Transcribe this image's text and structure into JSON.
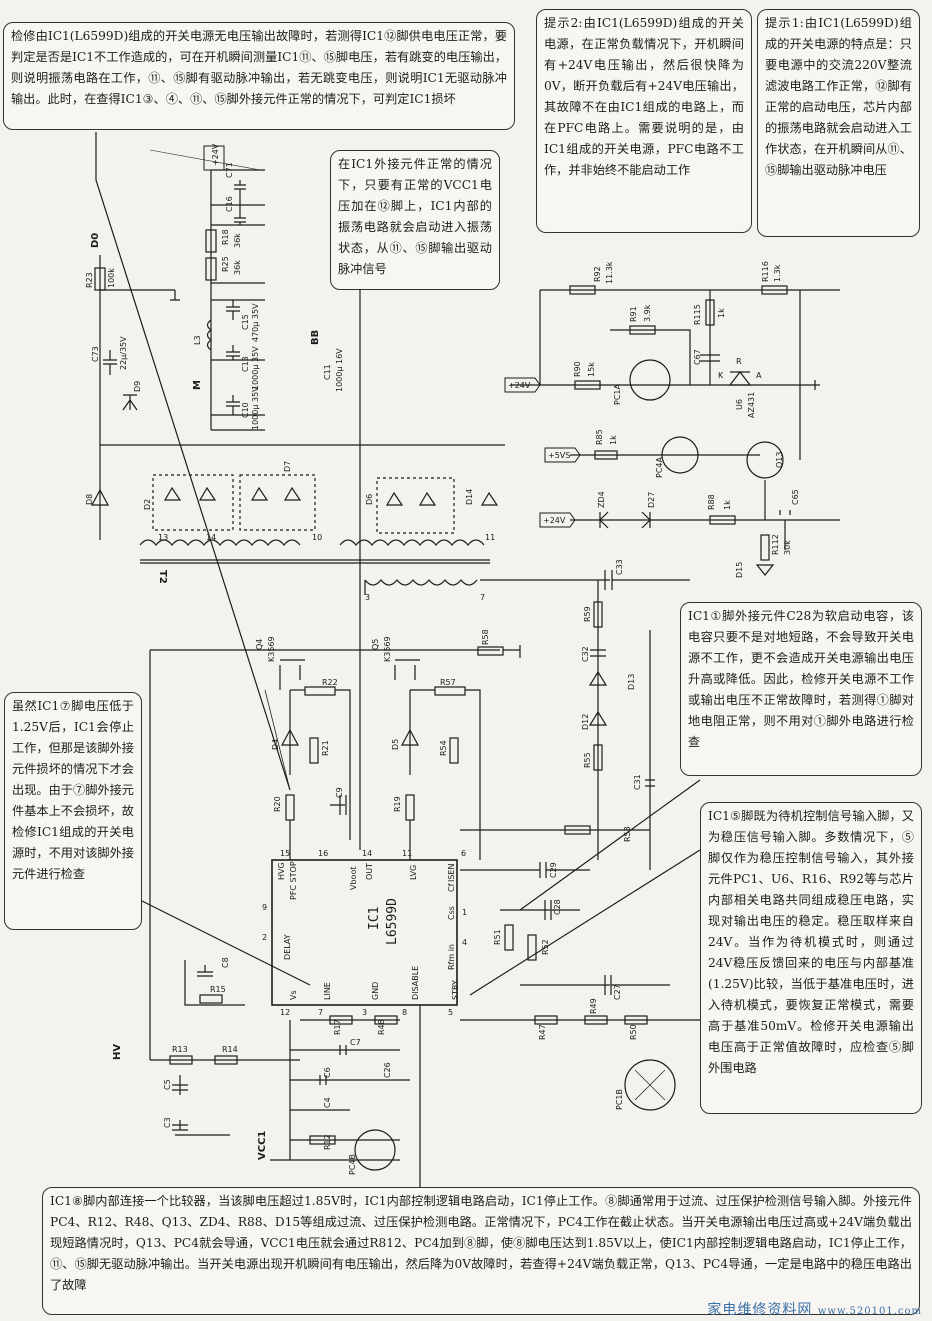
{
  "notes": {
    "top": "检修由IC1(L6599D)组成的开关电源无电压输出故障时，若测得IC1⑫脚供电电压正常，要判定是否是IC1不工作造成的，可在开机瞬间测量IC1⑪、⑮脚电压，若有跳变的电压输出，则说明振荡电路在工作，⑪、⑮脚有驱动脉冲输出，若无跳变电压，则说明IC1无驱动脉冲输出。此时，在查得IC1③、④、⑪、⑮脚外接元件正常的情况下，可判定IC1损坏",
    "hint2": "提示2:由IC1(L6599D)组成的开关电源，在正常负载情况下，开机瞬间有+24V电压输出，然后很快降为0V，断开负载后有+24V电压输出，其故障不在由IC1组成的电路上，而在PFC电路上。需要说明的是，由IC1组成的开关电源，PFC电路不工作，并非始终不能启动工作",
    "hint1": "提示1:由IC1(L6599D)组成的开关电源的特点是：只要电源中的交流220V整流滤波电路工作正常，⑫脚有正常的启动电压，芯片内部的振荡电路就会启动进入工作状态，在开机瞬间从⑪、⑮脚输出驱动脉冲电压",
    "mid": "在IC1外接元件正常的情况下，只要有正常的VCC1电压加在⑫脚上，IC1内部的振荡电路就会启动进入振荡状态，从⑪、⑮脚输出驱动脉冲信号",
    "c28": "IC1①脚外接元件C28为软启动电容，该电容只要不是对地短路，不会导致开关电源不工作，更不会造成开关电源输出电压升高或降低。因此，检修开关电源不工作或输出电压不正常故障时，若测得①脚对地电阻正常，则不用对①脚外电路进行检查",
    "pin7": "虽然IC1⑦脚电压低于1.25V后，IC1会停止工作，但那是该脚外接元件损坏的情况下才会出现。由于⑦脚外接元件基本上不会损坏，故检修IC1组成的开关电源时，不用对该脚外接元件进行检查",
    "pin5": "IC1⑤脚既为待机控制信号输入脚，又为稳压信号输入脚。多数情况下，⑤脚仅作为稳压控制信号输入，其外接元件PC1、U6、R16、R92等与芯片内部相关电路共同组成稳压电路，实现对输出电压的稳定。稳压取样来自24V。当作为待机模式时，则通过24V稳压反馈回来的电压与内部基准(1.25V)比较，当低于基准电压时，进入待机模式，要恢复正常模式，需要高于基准50mV。检修开关电源输出电压高于正常值故障时，应检查⑤脚外围电路",
    "pin8": "IC1⑧脚内部连接一个比较器，当该脚电压超过1.85V时，IC1内部控制逻辑电路启动，IC1停止工作。⑧脚通常用于过流、过压保护检测信号输入脚。外接元件PC4、R12、R48、Q13、ZD4、R88、D15等组成过流、过压保护检测电路。正常情况下，PC4工作在截止状态。当开关电源输出电压过高或+24V端负载出现短路情况时，Q13、PC4就会导通，VCC1电压就会通过R812、PC4加到⑧脚，使⑧脚电压达到1.85V以上，使IC1内部控制逻辑电路启动，IC1停止工作，⑪、⑮脚无驱动脉冲输出。当开关电源出现开机瞬间有电压输出，然后降为0V故障时，若查得+24V端负载正常，Q13、PC4导通，一定是电路中的稳压电路出了故障"
  },
  "ic": {
    "ref": "IC1",
    "part": "L6599D"
  },
  "pins": {
    "p15": "15",
    "p16": "16",
    "p14": "14",
    "p11": "11",
    "p6": "6",
    "p9": "9",
    "p2": "2",
    "p12": "12",
    "p7": "7",
    "p3": "3",
    "p8": "8",
    "p5": "5",
    "p1": "1",
    "p4": "4",
    "p10": "10",
    "p13": "13",
    "pfc_stop": "PFC STOP",
    "hvg": "HVG",
    "vboot": "Vboot",
    "out": "OUT",
    "lvg": "LVG",
    "isen": "ISEN",
    "delay": "DELAY",
    "vs": "Vs",
    "line": "LINE",
    "gnd": "GND",
    "disable": "DISABLE",
    "stby": "STBY",
    "rfmin": "Rfm in",
    "css": "Css",
    "cf": "Cf"
  },
  "labels": {
    "plus24v": "+24V",
    "plus5vs": "+5VS",
    "vcc1": "VCC1",
    "hv": "HV",
    "d0": "D0",
    "bb": "BB",
    "m": "M",
    "t2": "T2",
    "c71": "C71",
    "c16": "C16",
    "r18": "R18",
    "r18v": "36k",
    "r25": "R25",
    "r25v": "36k",
    "c15": "C15",
    "c15v": "470μ 35V",
    "l3": "L3",
    "c13": "C13",
    "c13v": "1000μ 35V",
    "c10": "C10",
    "c10v": "1000μ 35V",
    "c11": "C11",
    "c11v": "1000μ 16V",
    "r23": "R23",
    "r23v": "100k",
    "c73": "C73",
    "c73v": "22μ/35V",
    "d9": "D9",
    "d8": "D8",
    "d2": "D2",
    "d7": "D7",
    "d6": "D6",
    "d14": "D14",
    "q4": "Q4",
    "q4p": "K3569",
    "q5": "Q5",
    "q5p": "K3569",
    "r58": "R58",
    "r22": "R22",
    "r57": "R57",
    "d4": "D4",
    "r21": "R21",
    "d5": "D5",
    "r54": "R54",
    "r20": "R20",
    "c9": "C9",
    "r19": "R19",
    "c8": "C8",
    "r15": "R15",
    "r13": "R13",
    "r14": "R14",
    "c5": "C5",
    "c3": "C3",
    "r17": "R17",
    "r48": "R48",
    "c7": "C7",
    "c6": "C6",
    "c26": "C26",
    "c4": "C4",
    "r12": "R12",
    "pc4b": "PC4B",
    "c33": "C33",
    "r59": "R59",
    "c32": "C32",
    "d13": "D13",
    "d12": "D12",
    "r55": "R55",
    "c31": "C31",
    "r53": "R53",
    "c29": "C29",
    "c28": "C28",
    "r51": "R51",
    "r52": "R52",
    "c27": "C27",
    "r47": "R47",
    "r49": "R49",
    "r50": "R50",
    "pc1b": "PC1B",
    "r92": "R92",
    "r92v": "11.3k",
    "r116": "R116",
    "r116v": "1.3k",
    "r91": "R91",
    "r91v": "3.9k",
    "r115": "R115",
    "r115v": "1k",
    "c67": "C67",
    "r90": "R90",
    "r90v": "15k",
    "pc1a": "PC1A",
    "u6": "U6",
    "u6p": "AZ431",
    "k": "K",
    "r": "R",
    "a": "A",
    "r85": "R85",
    "r85v": "1k",
    "pc4a": "PC4A",
    "q13": "Q13",
    "zd4": "ZD4",
    "d27": "D27",
    "r88": "R88",
    "r88v": "1k",
    "c65": "C65",
    "r112": "R112",
    "r112v": "30k",
    "d15": "D15"
  },
  "watermark": {
    "site": "家电维修资料网",
    "url": "www.520101.com"
  },
  "colors": {
    "ink": "#1c1c1c",
    "paper": "#f4f2ee",
    "watermark": "#3a6fa8"
  }
}
